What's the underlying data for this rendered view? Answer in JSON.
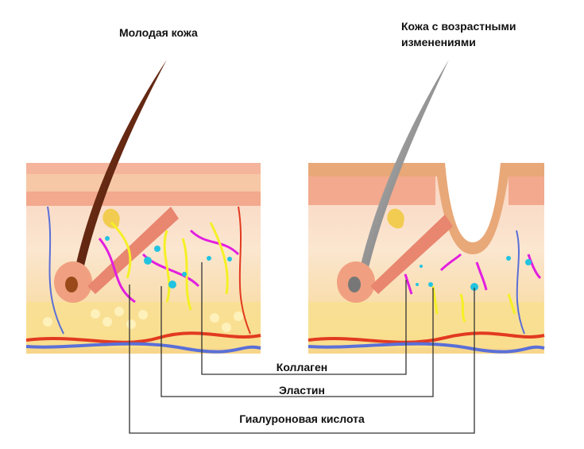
{
  "titles": {
    "young": "Молодая кожа",
    "aged_line1": "Кожа с возрастными",
    "aged_line2": "изменениями"
  },
  "legend": {
    "collagen": "Коллаген",
    "elastin": "Эластин",
    "hyaluronic": "Гиалуроновая кислота"
  },
  "colors": {
    "collagen": "#e21ee0",
    "elastin": "#f5f025",
    "hyaluronic": "#22c3e0",
    "epidermis": "#f2a98d",
    "dermis": "#fbe3c9",
    "fat": "#f8d98a",
    "hair_young": "#6b2a12",
    "hair_aged": "#9a9a9a"
  }
}
